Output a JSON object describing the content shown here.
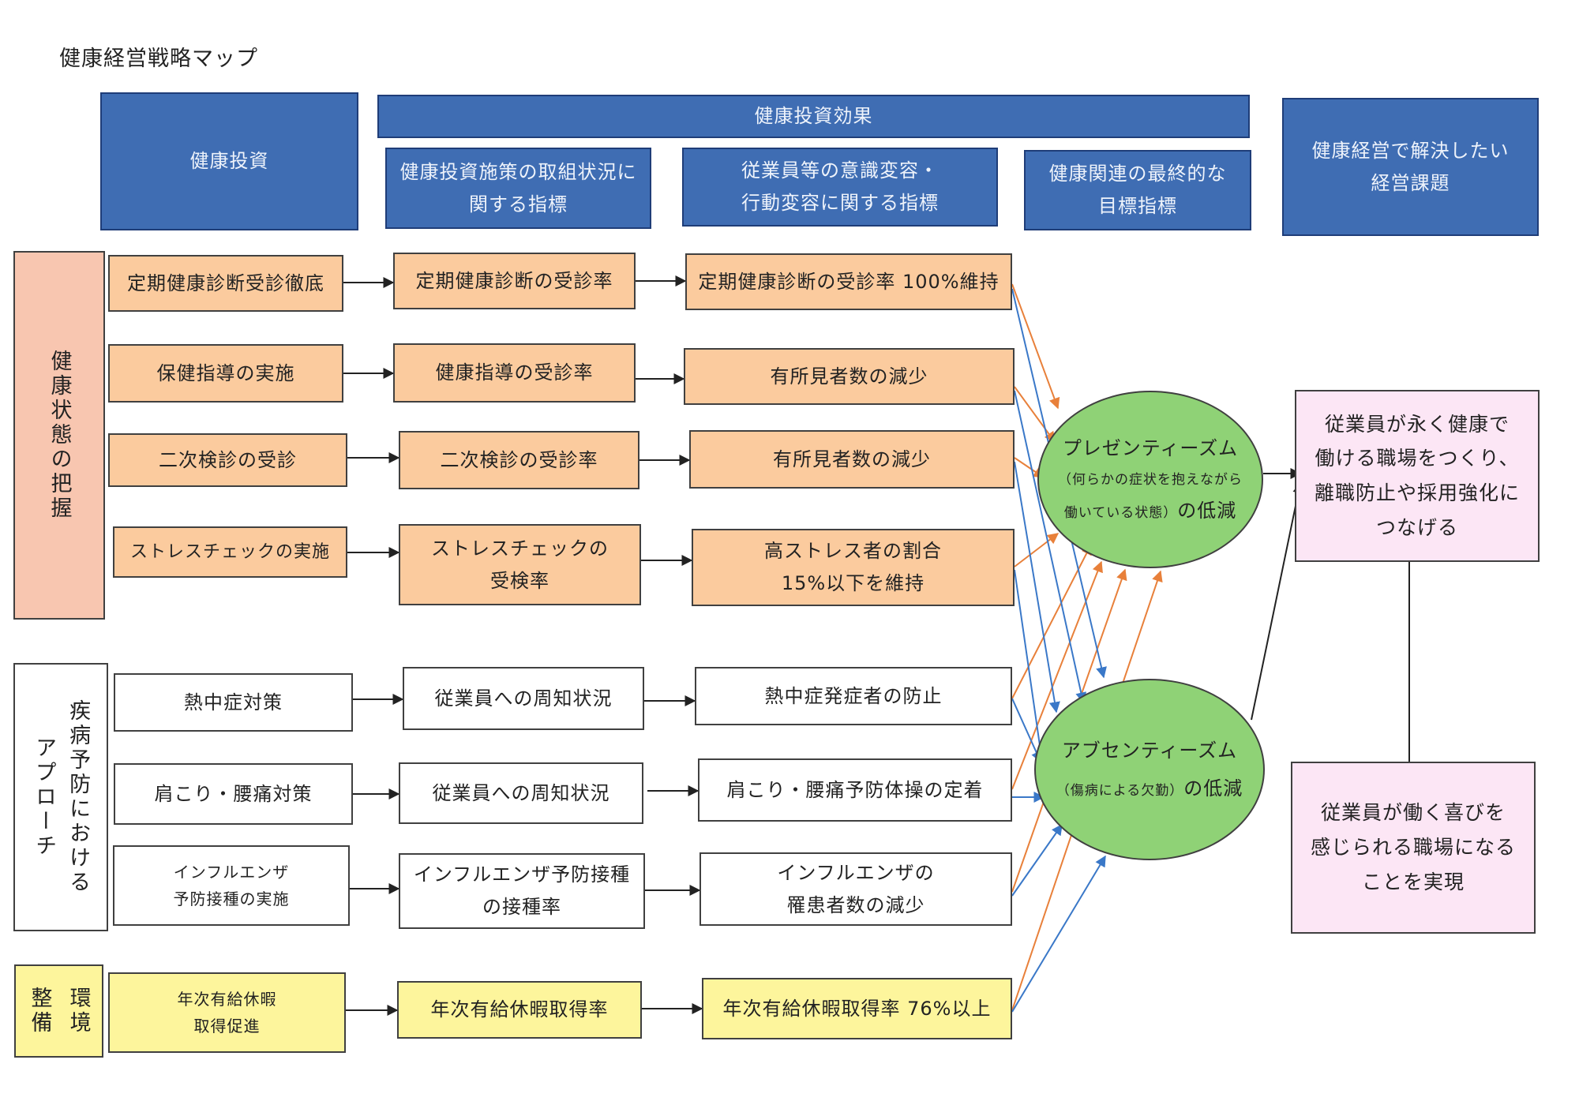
{
  "title": "健康経営戦略マップ",
  "headers": {
    "investment": "健康投資",
    "effect": "健康投資効果",
    "initiative_index": "健康投資施策の取組状況に\n関する指標",
    "awareness_index": "従業員等の意識変容・\n行動変容に関する指標",
    "final_index": "健康関連の最終的な\n目標指標",
    "issue": "健康経営で解決したい\n経営課題"
  },
  "categories": {
    "health_status": "健康状態の把握",
    "disease_prevention_col1": "疾病予防における",
    "disease_prevention_col2": "アプローチ",
    "environment_col1": "環境",
    "environment_col2": "整備"
  },
  "rows": [
    {
      "investment": "定期健康診断受診徹底",
      "initiative": "定期健康診断の受診率",
      "awareness": "定期健康診断の受診率 100%維持"
    },
    {
      "investment": "保健指導の実施",
      "initiative": "健康指導の受診率",
      "awareness": "有所見者数の減少"
    },
    {
      "investment": "二次検診の受診",
      "initiative": "二次検診の受診率",
      "awareness": "有所見者数の減少"
    },
    {
      "investment": "ストレスチェックの実施",
      "initiative": "ストレスチェックの\n受検率",
      "awareness": "高ストレス者の割合\n15%以下を維持"
    },
    {
      "investment": "熱中症対策",
      "initiative": "従業員への周知状況",
      "awareness": "熱中症発症者の防止"
    },
    {
      "investment": "肩こり・腰痛対策",
      "initiative": "従業員への周知状況",
      "awareness": "肩こり・腰痛予防体操の定着"
    },
    {
      "investment": "インフルエンザ\n予防接種の実施",
      "initiative": "インフルエンザ予防接種\nの接種率",
      "awareness": "インフルエンザの\n罹患者数の減少"
    },
    {
      "investment": "年次有給休暇\n取得促進",
      "initiative": "年次有給休暇取得率",
      "awareness": "年次有給休暇取得率 76%以上"
    }
  ],
  "final": {
    "presenteeism_title": "プレゼンティーズム",
    "presenteeism_detail": "（何らかの症状を抱えながら",
    "presenteeism_end_small": "働いている状態）",
    "presenteeism_end": "の低減",
    "absenteeism_title": "アブセンティーズム",
    "absenteeism_small": "（傷病による欠勤）",
    "absenteeism_end": "の低減"
  },
  "issues": {
    "issue1": "従業員が永く健康で\n働ける職場をつくり、\n離職防止や採用強化に\nつなげる",
    "issue2": "従業員が働く喜びを\n感じられる職場になる\nことを実現"
  },
  "colors": {
    "header_blue": "#3f6db3",
    "orange_box": "#fbcb9e",
    "yellow_box": "#fdf59c",
    "green_circle": "#8fd276",
    "pink_box": "#fce6f5",
    "salmon_box": "#f8c6b0",
    "arrow_orange": "#e8803a",
    "arrow_blue": "#3a78c8"
  }
}
